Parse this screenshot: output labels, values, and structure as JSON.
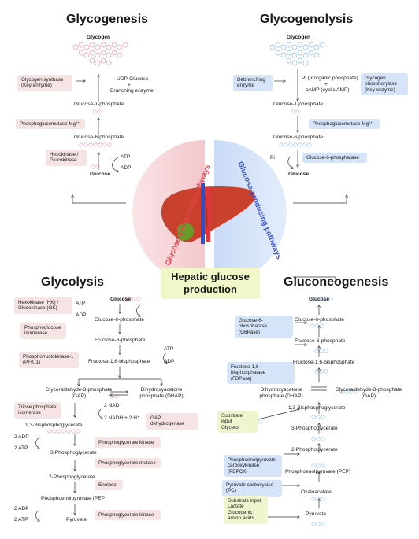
{
  "titles": {
    "glycogenesis": "Glycogenesis",
    "glycogenolysis": "Glycogenolysis",
    "glycolysis": "Glycolysis",
    "gluconeogenesis": "Gluconeogenesis",
    "hub_line1": "Hepatic glucose",
    "hub_line2": "production",
    "consuming": "Glucose-consuming pathways",
    "producing": "Glucose-producing pathways"
  },
  "glycogenesis": {
    "glycogen": "Glycogen",
    "enzyme1_l1": "Glycogen synthase",
    "enzyme1_l2": "(Key enzyme)",
    "udp_glucose": "UDP-Glucose",
    "plus": "+",
    "branching": "Branching enzyme",
    "g1p": "Glucose-1-phosphate",
    "enzyme2": "Phosphoglucomutase Mg²⁺",
    "g6p": "Glucose-6-phosphate",
    "enzyme3_l1": "Hexokinase /",
    "enzyme3_l2": "Glucokinase",
    "atp": "ATP",
    "adp": "ADP",
    "glucose": "Glucose"
  },
  "glycogenolysis": {
    "glycogen": "Glycogen",
    "enzyme1_l1": "Debranching",
    "enzyme1_l2": "enzyme",
    "pi_line": "Pi (Inorganic phosphate)",
    "plus": "+",
    "camp": "cAMP (cyclic AMP)",
    "enzyme2_l1": "Glycogen",
    "enzyme2_l2": "phosphorylase",
    "enzyme2_l3": "(Key enzyme)",
    "g1p": "Glucose-1-phosphate",
    "enzyme3": "Phosphoglucomutase Mg²⁺",
    "g6p": "Glucose-6-phosphate",
    "pi": "Pi",
    "enzyme4": "Glucose-6-phosphatase",
    "glucose": "Glucose"
  },
  "glycolysis": {
    "glucose": "Glucose",
    "e1_l1": "Hexokinase (HK) /",
    "e1_l2": "Glucokinase (GK)",
    "atp1": "ATP",
    "adp1": "ADP",
    "g6p": "Glucose-6-phosphate",
    "e2_l1": "Phosphoglucose",
    "e2_l2": "isomerase",
    "f6p": "Fructose-6-phosphate",
    "e3_l1": "Phosphofructokinase-1",
    "e3_l2": "(PFK-1)",
    "atp2": "ATP",
    "adp2": "ADP",
    "f16bp": "Fructose-1,6-bisphosphate",
    "gap_l1": "Glyceraldehyde-3-phosphate",
    "gap_l2": "(GAP)",
    "dhap_l1": "Dihydroxyacetone",
    "dhap_l2": "phosphate (DHAP)",
    "e4_l1": "Triose phosphate",
    "e4_l2": "isomerase",
    "nad": "2 NAD⁺",
    "nadh": "2 NADH + 2 H⁺",
    "e5": "GAP dehydrogenase",
    "bpg": "1,3-Bisphosphoglycerate",
    "adp3": "2 ADP",
    "atp3": "2 ATP",
    "e6": "Phosphoglycerate kinase",
    "pg3": "3-Phosphoglycerate",
    "e7": "Phosphoglycerate mutase",
    "pg2": "2-Phosphoglycerate",
    "e8": "Enolase",
    "pep": "Phosphoenolpyruvate (PEP",
    "adp4": "2 ADP",
    "atp4": "2 ATP",
    "pyruvate": "Pyruvate",
    "e9": "Phosphoglycerate kinase"
  },
  "gluconeogenesis": {
    "glucose": "Glucose",
    "e1_l1": "Glucose-6-phosphatase",
    "e1_l2": "(G6Pase)",
    "g6p": "Glucose-6-phosphate",
    "f6p": "Fructose-6-phosphate",
    "f16bp": "Fructose-1,6-bisphosphate",
    "e2_l1": "Fructose-1,6-bisphosphatase",
    "e2_l2": "(FBPase)",
    "dhap_l1": "Dihydroxyacetone",
    "dhap_l2": "phosphate (DHAP)",
    "gap_l1": "Glyceraldehyde-3-phosphate",
    "gap_l2": "(GAP)",
    "sub1_l1": "Substrate input",
    "sub1_l2": "Glycerol",
    "bpg": "1,3-Bisphosphoglycerate",
    "pg3": "3-Phosphoglycerate",
    "pg2": "2-Phosphoglycerate",
    "e3_l1": "Phosphoenolpyruvate",
    "e3_l2": "carboxykinase (PEPCK)",
    "pep": "Phosphoenolpyruvate (PEP)",
    "e4": "Pyruvate carboxylase (PC)",
    "oaa": "Oxaloacetate",
    "sub2_l1": "Substrate input",
    "sub2_l2": "Lactate",
    "sub2_l3": "Glucogenic",
    "sub2_l4": "amino acids",
    "pyruvate": "Pyruvate"
  },
  "colors": {
    "pink_box": "#f6e3e3",
    "blue_box": "#d5e4f8",
    "green_box": "#eef5cf",
    "consuming_text": "#e0434b",
    "producing_text": "#3b55d0",
    "liver": "#c9402c"
  }
}
